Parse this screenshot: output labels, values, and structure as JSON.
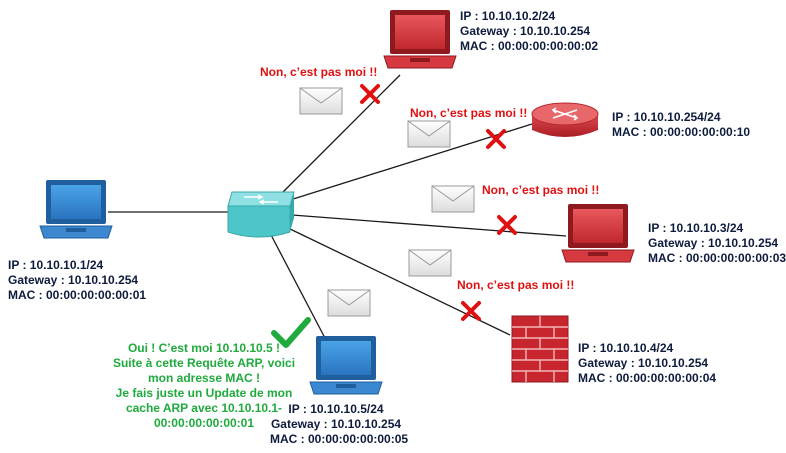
{
  "diagram": {
    "reply_text": "Non, c’est pas moi !!",
    "sender": {
      "ip": "IP : 10.10.10.1/24",
      "gateway": "Gateway : 10.10.10.254",
      "mac": "MAC : 00:00:00:00:00:01"
    },
    "host2": {
      "ip": "IP : 10.10.10.2/24",
      "gateway": "Gateway : 10.10.10.254",
      "mac": "MAC : 00:00:00:00:00:02"
    },
    "router": {
      "ip": "IP : 10.10.10.254/24",
      "mac": "MAC : 00:00:00:00:00:10"
    },
    "host3": {
      "ip": "IP : 10.10.10.3/24",
      "gateway": "Gateway : 10.10.10.254",
      "mac": "MAC : 00:00:00:00:00:03"
    },
    "firewall": {
      "ip": "IP : 10.10.10.4/24",
      "gateway": "Gateway : 10.10.10.254",
      "mac": "MAC : 00:00:00:00:00:04"
    },
    "target": {
      "ip": "IP : 10.10.10.5/24",
      "gateway": "Gateway : 10.10.10.254",
      "mac": "MAC : 00:00:00:00:00:05",
      "reply_lines": [
        "Oui ! C’est moi 10.10.10.5 !",
        "Suite à cette Requête ARP, voici",
        "mon adresse MAC !",
        "Je fais juste un Update de mon",
        "cache ARP avec 10.10.10.1-",
        "00:00:00:00:00:01"
      ]
    },
    "colors": {
      "denied": "#e01010",
      "accepted": "#1eaa3c",
      "device_blue": "#2e78c4",
      "device_red": "#c8262e",
      "switch": "#4cc6c9",
      "label": "#0d1b3d"
    }
  }
}
